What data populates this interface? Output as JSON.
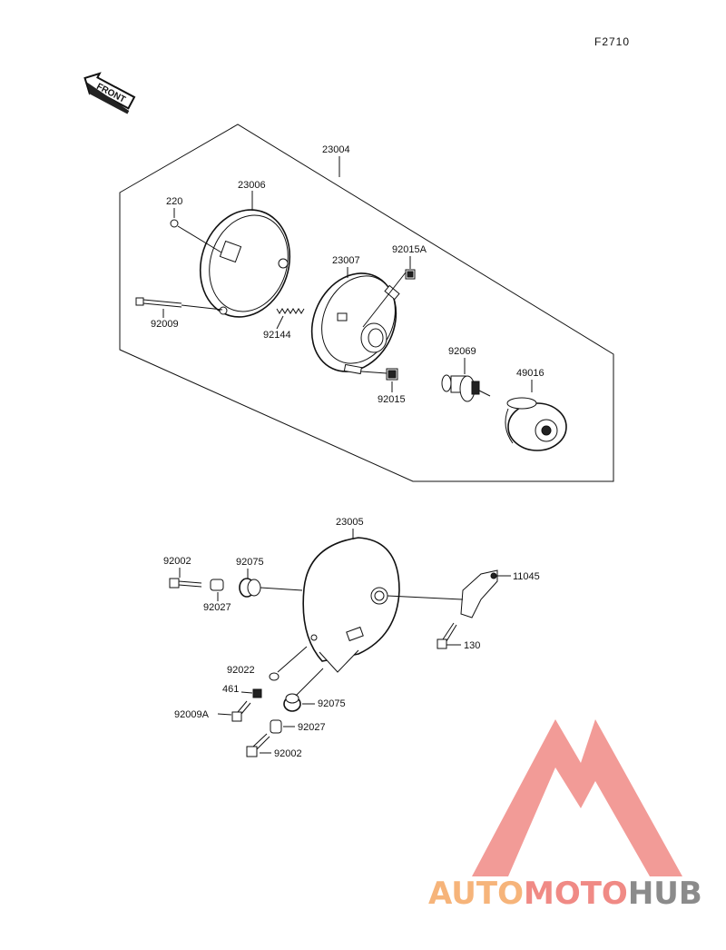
{
  "figure_code": "F2710",
  "front_arrow_text": "FRONT",
  "watermark": {
    "part1": "AUTO",
    "part2": "MOTO",
    "part3": "HUB",
    "colors": {
      "auto": "#f6b47a",
      "moto": "#f08a85",
      "hub": "#8b8b8b",
      "logo": "#f08a85"
    }
  },
  "parts": {
    "headlight_assembly": "23004",
    "rim": "23006",
    "screw_220": "220",
    "bolt_92009": "92009",
    "spring_92144": "92144",
    "reflector_unit": "23007",
    "nut_92015A": "92015A",
    "nut_92015": "92015",
    "bulb": "92069",
    "boot": "49016",
    "housing": "23005",
    "bolt_left_top": "92002",
    "collar_left_top": "92027",
    "grommet_left_top": "92075",
    "bracket": "11045",
    "bolt_130": "130",
    "washer_92022": "92022",
    "nut_461": "461",
    "bolt_92009A": "92009A",
    "grommet_bottom": "92075",
    "collar_bottom": "92027",
    "bolt_bottom": "92002"
  }
}
